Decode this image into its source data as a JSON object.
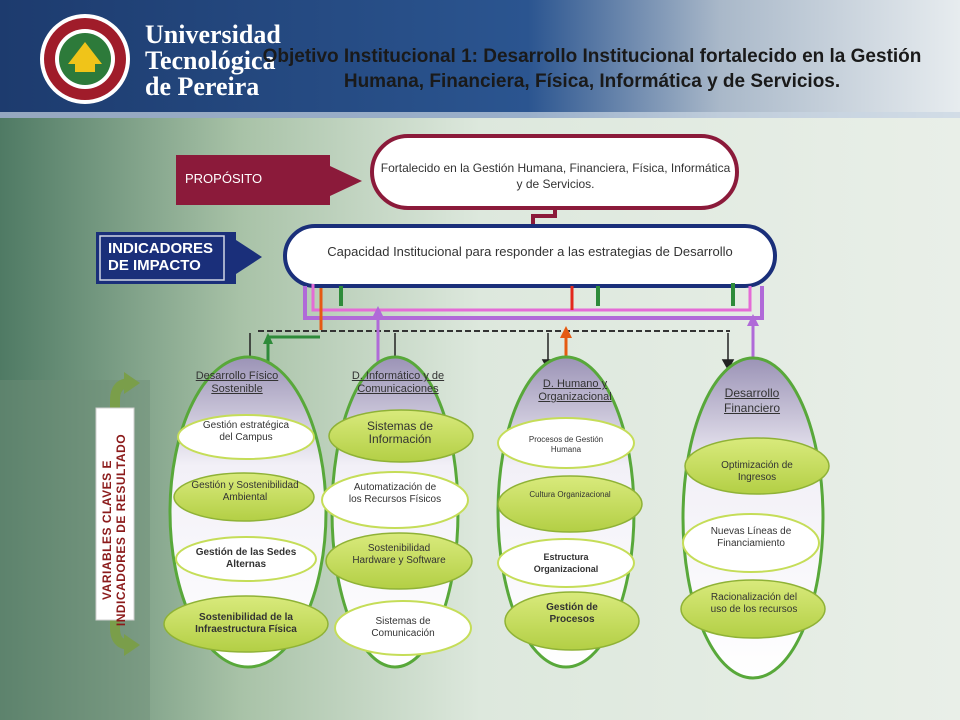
{
  "header": {
    "institution_name_lines": [
      "Universidad",
      "Tecnológica",
      "de Pereira"
    ],
    "title": "Objetivo Institucional 1: Desarrollo Institucional fortalecido en la Gestión Humana, Financiera, Física, Informática y de Servicios.",
    "logo_icon": "university-seal-icon"
  },
  "purpose": {
    "label": "PROPÓSITO",
    "text": "Fortalecido en la Gestión Humana, Financiera, Física, Informática y de Servicios."
  },
  "impact": {
    "label": "INDICADORES DE IMPACTO",
    "text": "Capacidad Institucional para responder a las estrategias de Desarrollo"
  },
  "side_label": {
    "line1": "VARIABLES CLAVES E",
    "line2": "INDICADORES DE RESULTADO"
  },
  "pillars": [
    {
      "title": "Desarrollo Físico Sostenible",
      "items": [
        "Gestión estratégica del Campus",
        "Gestión y Sostenibilidad Ambiental",
        "Gestión de las Sedes Alternas",
        "Sostenibilidad de la Infraestructura Física"
      ]
    },
    {
      "title": "D. Informático y de Comunicaciones",
      "items": [
        "Sistemas de Información",
        "Automatización de los Recursos Físicos",
        "Sostenibilidad Hardware y Software",
        "Sistemas de Comunicación"
      ]
    },
    {
      "title": "D. Humano y Organizacional",
      "items": [
        "Procesos de Gestión Humana",
        "Cultura Organizacional",
        "Estructura Organizacional",
        "Gestión de Procesos"
      ]
    },
    {
      "title": "Desarrollo Financiero",
      "items": [
        "Optimización de Ingresos",
        "Nuevas Líneas de Financiamiento",
        "Racionalización del uso de los recursos"
      ]
    }
  ],
  "colors": {
    "header_blue": "#1f3f73",
    "purpose_red": "#8b1a3a",
    "impact_navy": "#1a2f7a",
    "pillar_green": "#58a83a",
    "item_green": "#c5dd58",
    "link_purple": "#b06ad8",
    "link_pink": "#e46bd6",
    "link_red": "#e3281c",
    "link_green": "#2e8b3a",
    "link_orange": "#e55a12"
  }
}
